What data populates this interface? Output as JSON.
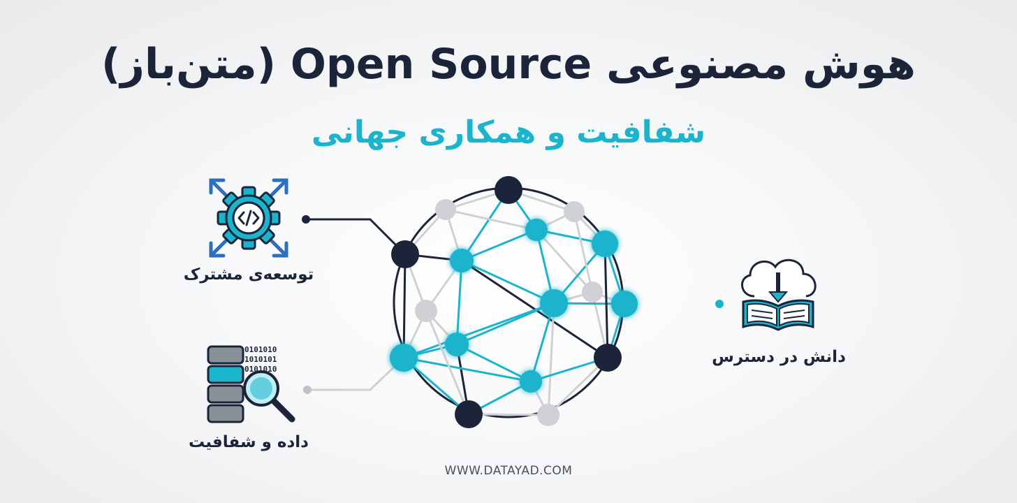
{
  "header": {
    "title": "هوش مصنوعی Open Source (متن‌باز)",
    "subtitle": "شفافیت و همکاری جهانی"
  },
  "features": [
    {
      "label": "توسعه‌ی مشترک",
      "icon": "gear-code-icon"
    },
    {
      "label": "داده و شفافیت",
      "icon": "database-search-icon"
    },
    {
      "label": "دانش در دسترس",
      "icon": "cloud-book-icon"
    }
  ],
  "footer": {
    "url": "WWW.DATAYAD.COM"
  },
  "colors": {
    "navy": "#1c2439",
    "teal": "#1ab4cc",
    "gray": "#cfd1d4",
    "background": "#f4f5f6"
  }
}
